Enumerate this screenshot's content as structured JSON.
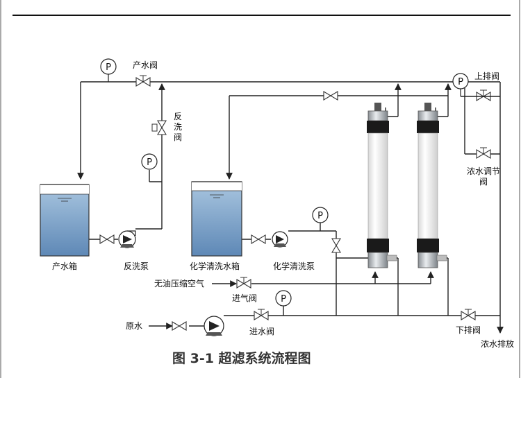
{
  "caption": "图 3-1 超滤系统流程图",
  "gauge_letter": "P",
  "labels": {
    "product_valve": "产水阀",
    "backwash_valve_1": "反",
    "backwash_valve_2": "洗",
    "backwash_valve_3": "阀",
    "upper_drain_valve": "上排阀",
    "conc_adjust_valve_1": "浓水调节",
    "conc_adjust_valve_2": "阀",
    "product_tank": "产水箱",
    "backwash_pump": "反洗泵",
    "chem_tank": "化学清洗水箱",
    "chem_pump": "化学清洗泵",
    "oilfree_air": "无油压缩空气",
    "air_valve": "进气阀",
    "raw_water": "原水",
    "inlet_valve": "进水阀",
    "lower_drain_valve": "下排阀",
    "conc_discharge": "浓水排放"
  },
  "colors": {
    "water_top": "#a9c6e0",
    "water_bottom": "#5e88b6",
    "membrane_body": "#f4f4f4",
    "membrane_band": "#1a1a1a"
  }
}
